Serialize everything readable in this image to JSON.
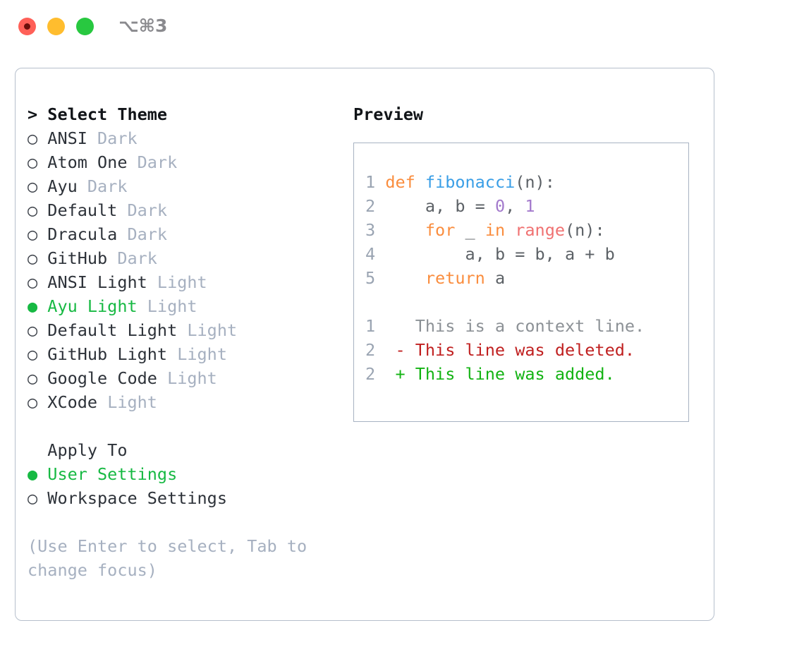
{
  "titlebar": {
    "shortcut": "⌥⌘3",
    "buttons": [
      {
        "name": "close",
        "color": "#FF6058"
      },
      {
        "name": "minimize",
        "color": "#FFBD2E"
      },
      {
        "name": "zoom",
        "color": "#28C840"
      }
    ]
  },
  "theme_picker": {
    "header_prefix": "> ",
    "header": "Select Theme",
    "bullet_unselected": "○ ",
    "bullet_selected": "● ",
    "items": [
      {
        "bullet": "○ ",
        "name": "ANSI",
        "category": " Dark",
        "selected": false
      },
      {
        "bullet": "○ ",
        "name": "Atom One",
        "category": " Dark",
        "selected": false
      },
      {
        "bullet": "○ ",
        "name": "Ayu",
        "category": " Dark",
        "selected": false
      },
      {
        "bullet": "○ ",
        "name": "Default",
        "category": " Dark",
        "selected": false
      },
      {
        "bullet": "○ ",
        "name": "Dracula",
        "category": " Dark",
        "selected": false
      },
      {
        "bullet": "○ ",
        "name": "GitHub",
        "category": " Dark",
        "selected": false
      },
      {
        "bullet": "○ ",
        "name": "ANSI Light",
        "category": " Light",
        "selected": false
      },
      {
        "bullet": "● ",
        "name": "Ayu Light",
        "category": " Light",
        "selected": true
      },
      {
        "bullet": "○ ",
        "name": "Default Light",
        "category": " Light",
        "selected": false
      },
      {
        "bullet": "○ ",
        "name": "GitHub Light",
        "category": " Light",
        "selected": false
      },
      {
        "bullet": "○ ",
        "name": "Google Code",
        "category": " Light",
        "selected": false
      },
      {
        "bullet": "○ ",
        "name": "XCode",
        "category": " Light",
        "selected": false
      }
    ]
  },
  "apply_to": {
    "header": "  Apply To",
    "items": [
      {
        "bullet": "● ",
        "name": "User Settings",
        "selected": true
      },
      {
        "bullet": "○ ",
        "name": "Workspace Settings",
        "selected": false
      }
    ]
  },
  "hint": "(Use Enter to select, Tab to change focus)",
  "preview": {
    "title": "Preview",
    "code": [
      {
        "lineno": "1",
        "tokens": [
          {
            "t": "def",
            "c": "kw"
          },
          {
            "t": " ",
            "c": "pl"
          },
          {
            "t": "fibonacci",
            "c": "fn"
          },
          {
            "t": "(n):",
            "c": "pl"
          }
        ]
      },
      {
        "lineno": "2",
        "tokens": [
          {
            "t": "    a, b = ",
            "c": "pl"
          },
          {
            "t": "0",
            "c": "num"
          },
          {
            "t": ", ",
            "c": "pl"
          },
          {
            "t": "1",
            "c": "num"
          }
        ]
      },
      {
        "lineno": "3",
        "tokens": [
          {
            "t": "    ",
            "c": "pl"
          },
          {
            "t": "for",
            "c": "kw"
          },
          {
            "t": " _ ",
            "c": "pl"
          },
          {
            "t": "in",
            "c": "kw"
          },
          {
            "t": " ",
            "c": "pl"
          },
          {
            "t": "range",
            "c": "bi"
          },
          {
            "t": "(n):",
            "c": "pl"
          }
        ]
      },
      {
        "lineno": "4",
        "tokens": [
          {
            "t": "        a, b = b, a + b",
            "c": "pl"
          }
        ]
      },
      {
        "lineno": "5",
        "tokens": [
          {
            "t": "    ",
            "c": "pl"
          },
          {
            "t": "return",
            "c": "kw"
          },
          {
            "t": " a",
            "c": "pl"
          }
        ]
      }
    ],
    "diff": [
      {
        "lineno": "1",
        "marker": "  ",
        "text": "This is a context line.",
        "kind": "context"
      },
      {
        "lineno": "2",
        "marker": "- ",
        "text": "This line was deleted.",
        "kind": "deleted"
      },
      {
        "lineno": "2",
        "marker": "+ ",
        "text": "This line was added.",
        "kind": "added"
      }
    ]
  },
  "colors": {
    "accent_green": "#17B943",
    "muted": "#A6B0C0",
    "keyword": "#FA8D3E",
    "function": "#399EE6",
    "number": "#A37ACC",
    "builtin": "#F07171",
    "plain": "#5C6166",
    "linenum": "#9AA4B2",
    "diff_context": "#8C9196",
    "diff_deleted": "#C02020",
    "diff_added": "#13B313",
    "panel_border": "#B6BFCC"
  }
}
